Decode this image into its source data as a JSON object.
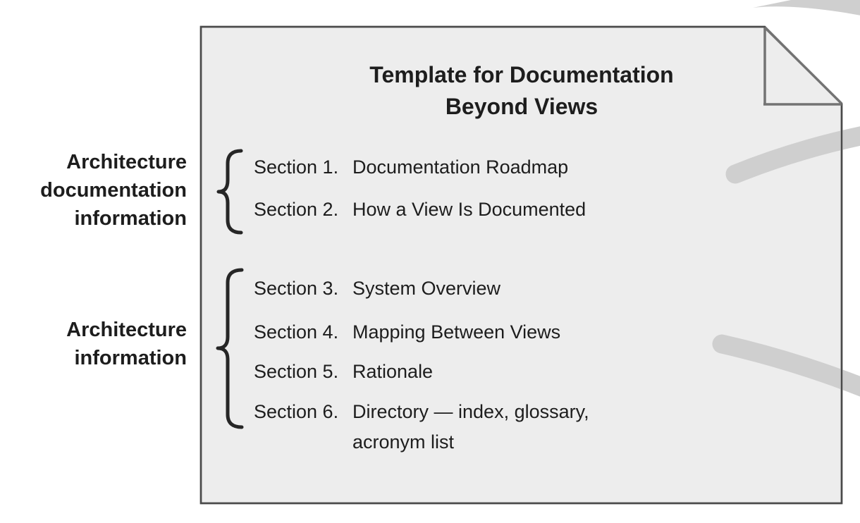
{
  "figure": {
    "page_title": {
      "line1": "Template for Documentation",
      "line2": "Beyond Views"
    },
    "groups": [
      {
        "label_lines": [
          "Architecture",
          "documentation",
          "information"
        ],
        "sections": [
          {
            "number": "Section 1.",
            "title": "Documentation Roadmap"
          },
          {
            "number": "Section 2.",
            "title": "How a View Is Documented"
          }
        ]
      },
      {
        "label_lines": [
          "Architecture",
          "information"
        ],
        "sections": [
          {
            "number": "Section 3.",
            "title": "System Overview"
          },
          {
            "number": "Section 4.",
            "title": "Mapping Between Views"
          },
          {
            "number": "Section 5.",
            "title": "Rationale"
          },
          {
            "number": "Section 6.",
            "title": "Directory — index, glossary, acronym list"
          }
        ]
      }
    ],
    "colors": {
      "page_fill": "#ededed",
      "page_border": "#4a4a4a",
      "fold_line": "#737373",
      "brace": "#262626",
      "swoosh": "#cfcfcf",
      "text": "#1d1d1d",
      "background": "#ffffff"
    }
  }
}
